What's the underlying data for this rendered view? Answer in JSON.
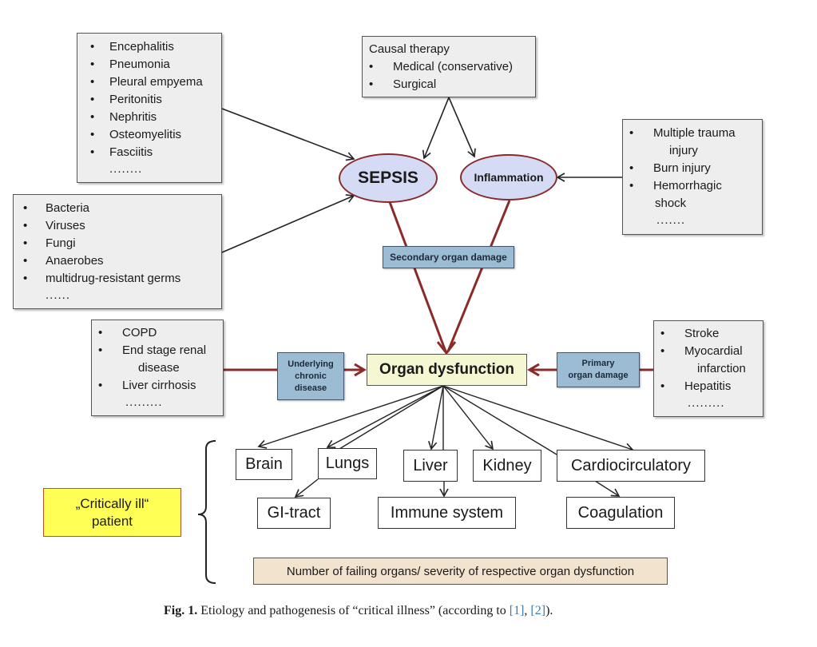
{
  "infections_box": {
    "items": [
      "Encephalitis",
      "Pneumonia",
      "Pleural empyema",
      "Peritonitis",
      "Nephritis",
      "Osteomyelitis",
      "Fasciitis"
    ],
    "ellipsis": "........"
  },
  "pathogens_box": {
    "items": [
      "Bacteria",
      "Viruses",
      "Fungi",
      "Anaerobes",
      "multidrug-resistant germs"
    ],
    "ellipsis": "......"
  },
  "therapy_box": {
    "title": "Causal therapy",
    "items": [
      "Medical (conservative)",
      "Surgical"
    ]
  },
  "trauma_box": {
    "items": [
      {
        "line1": "Multiple trauma",
        "line2": "injury"
      },
      {
        "line1": "Burn injury",
        "line2": ""
      },
      {
        "line1": "Hemorrhagic",
        "line2": "shock"
      }
    ],
    "ellipsis": "......."
  },
  "sepsis": {
    "label": "SEPSIS"
  },
  "inflammation": {
    "label": "Inflammation"
  },
  "secondary_damage": {
    "label": "Secondary organ damage"
  },
  "chronic_box": {
    "items": [
      {
        "line1": "COPD",
        "line2": ""
      },
      {
        "line1": "End stage renal",
        "line2": "disease"
      },
      {
        "line1": "Liver cirrhosis",
        "line2": ""
      }
    ],
    "ellipsis": "........."
  },
  "underlying_chronic": {
    "line1": "Underlying",
    "line2": "chronic",
    "line3": "disease"
  },
  "organ_dysfunction": {
    "label": "Organ dysfunction"
  },
  "primary_damage": {
    "line1": "Primary",
    "line2": "organ damage"
  },
  "primary_box": {
    "items": [
      {
        "line1": "Stroke",
        "line2": ""
      },
      {
        "line1": "Myocardial",
        "line2": "infarction"
      },
      {
        "line1": "Hepatitis",
        "line2": ""
      }
    ],
    "ellipsis": "........."
  },
  "organs": {
    "brain": "Brain",
    "lungs": "Lungs",
    "liver": "Liver",
    "kidney": "Kidney",
    "cardio": "Cardiocirculatory",
    "gi": "GI-tract",
    "immune": "Immune system",
    "coagulation": "Coagulation"
  },
  "critically_ill": {
    "line1": "„Critically ill“",
    "line2": "patient"
  },
  "severity": {
    "label": "Number of failing organs/ severity of respective organ dysfunction"
  },
  "caption": {
    "prefix": "Fig. 1.",
    "text": " Etiology and pathogenesis of “critical illness” (according to ",
    "ref1": "[1]",
    "sep": ", ",
    "ref2": "[2]",
    "suffix": ")."
  },
  "colors": {
    "box_gray": "#eeeeee",
    "ellipse_fill": "#d6dbf5",
    "dark_red": "#8b2a2a",
    "blue_box": "#9cbcd3",
    "organ_dysfunction_fill": "#f5f7d2",
    "critically_ill_fill": "#ffff55",
    "severity_fill": "#f2e3cf",
    "ref_link": "#3d7ab0"
  }
}
